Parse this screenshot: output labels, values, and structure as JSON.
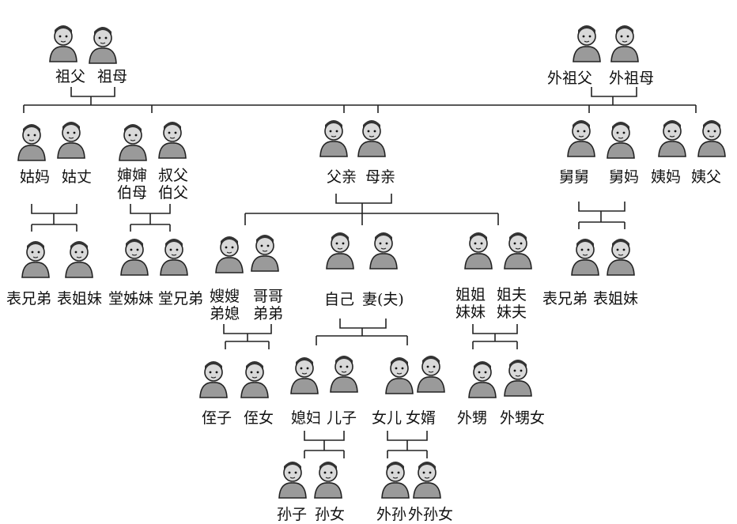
{
  "nodes": {
    "paternal_grandparents": {
      "left": "祖父",
      "right": "祖母"
    },
    "maternal_grandparents": {
      "left": "外祖父",
      "right": "外祖母"
    },
    "aunt_uncle_paternal_sister": {
      "left": "姑妈",
      "right": "姑丈"
    },
    "uncles_paternal": {
      "left_top": "婶婶",
      "left_bottom": "伯母",
      "right_top": "叔父",
      "right_bottom": "伯父"
    },
    "parents": {
      "left": "父亲",
      "right": "母亲"
    },
    "maternal_uncle": {
      "left": "舅舅",
      "right": "舅妈"
    },
    "maternal_aunt": {
      "left": "姨妈",
      "right": "姨父"
    },
    "cousins_paternal_aunt": {
      "left": "表兄弟",
      "right": "表姐妹"
    },
    "cousins_paternal_uncle": {
      "left": "堂姊妹",
      "right": "堂兄弟"
    },
    "brothers": {
      "left_top": "嫂嫂",
      "left_bottom": "弟媳",
      "right_top": "哥哥",
      "right_bottom": "弟弟"
    },
    "self": {
      "left": "自己",
      "right": "妻(夫)"
    },
    "sisters": {
      "left_top": "姐姐",
      "left_bottom": "妹妹",
      "right_top": "姐夫",
      "right_bottom": "妹夫"
    },
    "cousins_maternal": {
      "left": "表兄弟",
      "right": "表姐妹"
    },
    "brother_children": {
      "left": "侄子",
      "right": "侄女"
    },
    "son_family": {
      "left": "媳妇",
      "right": "儿子"
    },
    "daughter_family": {
      "left": "女儿",
      "right": "女婿"
    },
    "sister_children": {
      "left": "外甥",
      "right": "外甥女"
    },
    "son_children": {
      "left": "孙子",
      "right": "孙女"
    },
    "daughter_children": {
      "left": "外孙",
      "right": "外孙女"
    }
  }
}
